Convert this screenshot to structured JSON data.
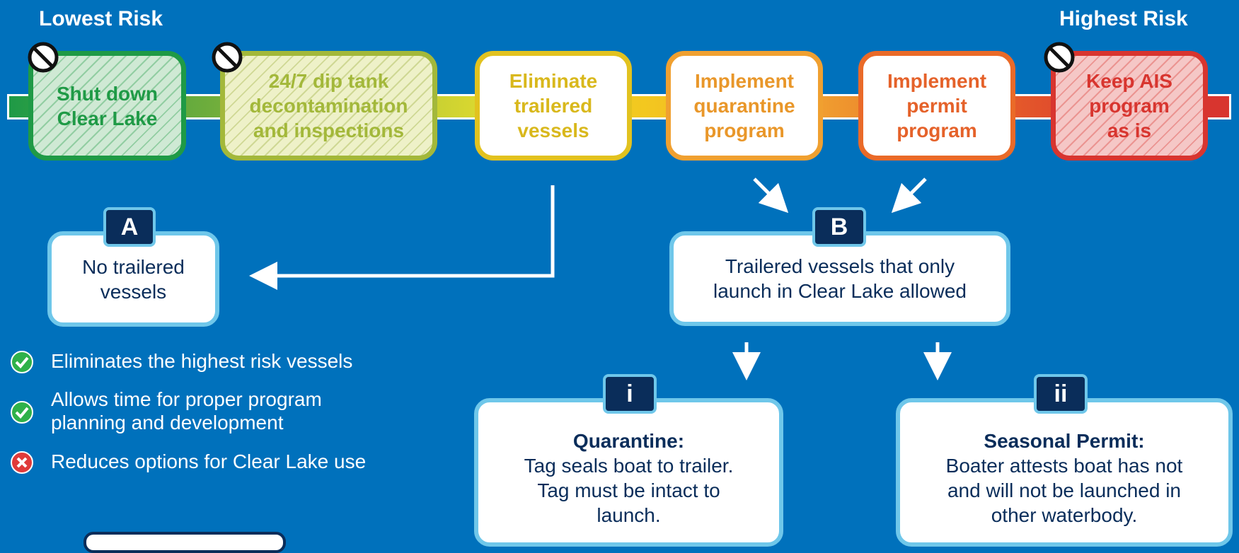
{
  "risk": {
    "lowest": "Lowest Risk",
    "highest": "Highest Risk"
  },
  "options": [
    {
      "label": "Shut down\nClear Lake",
      "color": "#1f9a46",
      "crossed": true
    },
    {
      "label": "24/7 dip tank\ndecontamination\nand inspections",
      "color": "#a3b83a",
      "crossed": true
    },
    {
      "label": "Eliminate\ntrailered\nvessels",
      "color": "#e2c21f",
      "crossed": false
    },
    {
      "label": "Implement\nquarantine\nprogram",
      "color": "#f0a030",
      "crossed": false
    },
    {
      "label": "Implement\npermit\nprogram",
      "color": "#ea6a28",
      "crossed": false
    },
    {
      "label": "Keep AIS\nprogram\nas is",
      "color": "#d8352f",
      "crossed": true
    }
  ],
  "a": {
    "tag": "A",
    "text": "No trailered\nvessels"
  },
  "b": {
    "tag": "B",
    "text": "Trailered vessels that only\nlaunch in Clear Lake allowed"
  },
  "pros": [
    {
      "text": "Eliminates the highest risk vessels",
      "icon": "check-icon"
    },
    {
      "text": "Allows time for proper program\nplanning and development",
      "icon": "check-icon"
    },
    {
      "text": "Reduces options for Clear Lake use",
      "icon": "x-icon"
    }
  ],
  "i": {
    "tag": "i",
    "title": "Quarantine:",
    "text": "Tag seals boat to trailer.\nTag must be intact to\nlaunch."
  },
  "ii": {
    "tag": "ii",
    "title": "Seasonal Permit:",
    "text": "Boater attests boat has not\nand will not be launched in\nother waterbody."
  }
}
